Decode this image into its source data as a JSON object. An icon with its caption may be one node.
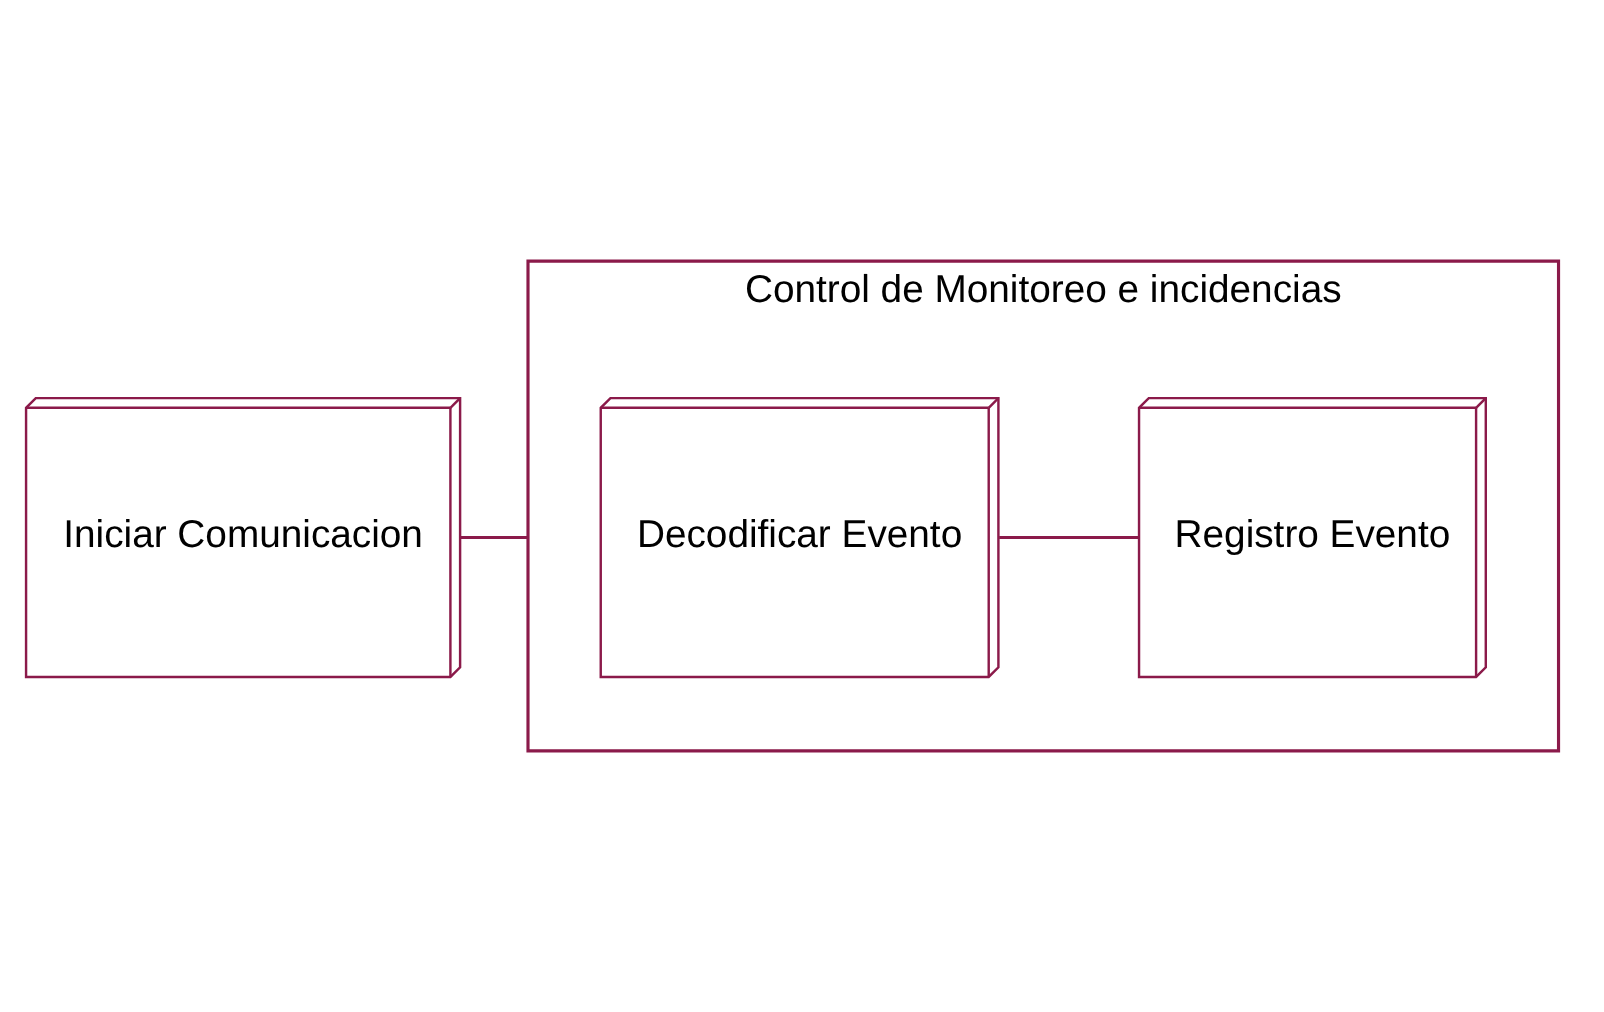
{
  "diagram": {
    "nodes": [
      {
        "text": [
          "Control de Monitoreo e incidencias"
        ]
      },
      {
        "text": [
          "Iniciar Comunicacion"
        ]
      },
      {
        "text": [
          "Decodificar Evento"
        ],
        "in": 0
      },
      {
        "text": [
          "Registro Evento"
        ],
        "in": 0
      }
    ],
    "edges": [
      {
        "from": 1,
        "to": 0,
        "arrow": "none"
      },
      {
        "from": 2,
        "to": 3,
        "arrow": "none"
      }
    ]
  }
}
